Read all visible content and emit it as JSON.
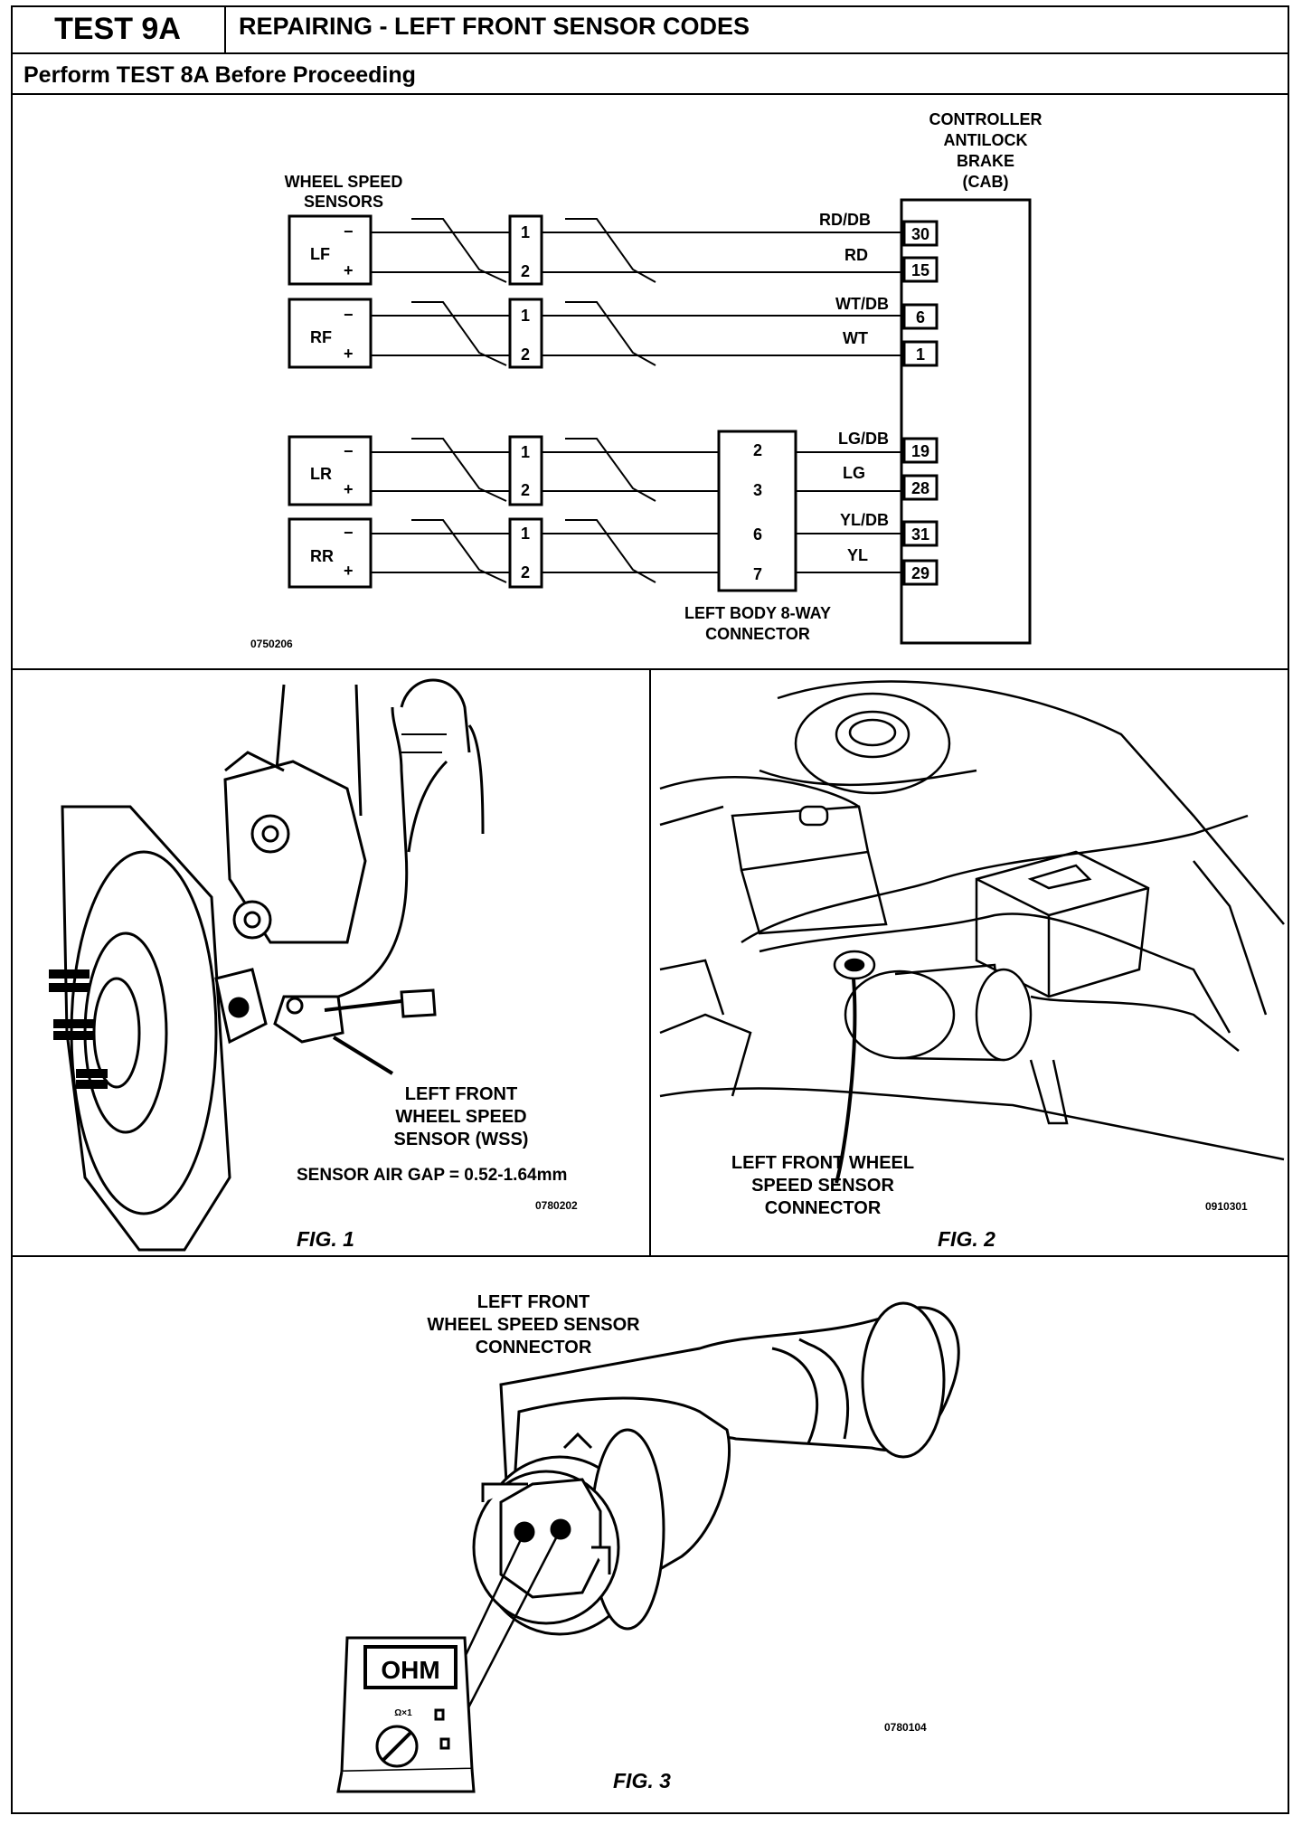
{
  "header": {
    "test_id": "TEST 9A",
    "title": "REPAIRING - LEFT FRONT SENSOR CODES",
    "subtitle": "Perform TEST 8A Before Proceeding"
  },
  "schematic": {
    "wss_label": [
      "WHEEL SPEED",
      "SENSORS"
    ],
    "cab_label": [
      "CONTROLLER",
      "ANTILOCK",
      "BRAKE",
      "(CAB)"
    ],
    "sensors": [
      {
        "name": "LF",
        "minus": "−",
        "plus": "+"
      },
      {
        "name": "RF",
        "minus": "−",
        "plus": "+"
      },
      {
        "name": "LR",
        "minus": "−",
        "plus": "+"
      },
      {
        "name": "RR",
        "minus": "−",
        "plus": "+"
      }
    ],
    "pins_small": [
      "1",
      "2"
    ],
    "wires": [
      "RD/DB",
      "RD",
      "WT/DB",
      "WT",
      "LG/DB",
      "LG",
      "YL/DB",
      "YL"
    ],
    "cab_pins": [
      "30",
      "15",
      "6",
      "1",
      "19",
      "28",
      "31",
      "29"
    ],
    "body_connector_pins": [
      "2",
      "3",
      "6",
      "7"
    ],
    "body_connector_label": [
      "LEFT BODY 8-WAY",
      "CONNECTOR"
    ],
    "code": "0750206"
  },
  "fig1": {
    "caption": "FIG. 1",
    "label": [
      "LEFT FRONT",
      "WHEEL SPEED",
      "SENSOR (WSS)"
    ],
    "air_gap": "SENSOR AIR GAP = 0.52-1.64mm",
    "code": "0780202"
  },
  "fig2": {
    "caption": "FIG. 2",
    "label": [
      "LEFT FRONT WHEEL",
      "SPEED SENSOR",
      "CONNECTOR"
    ],
    "code": "0910301"
  },
  "fig3": {
    "caption": "FIG. 3",
    "label": [
      "LEFT FRONT",
      "WHEEL SPEED SENSOR",
      "CONNECTOR"
    ],
    "meter_display": "OHM",
    "meter_range": "Ω×1",
    "code": "0780104"
  }
}
